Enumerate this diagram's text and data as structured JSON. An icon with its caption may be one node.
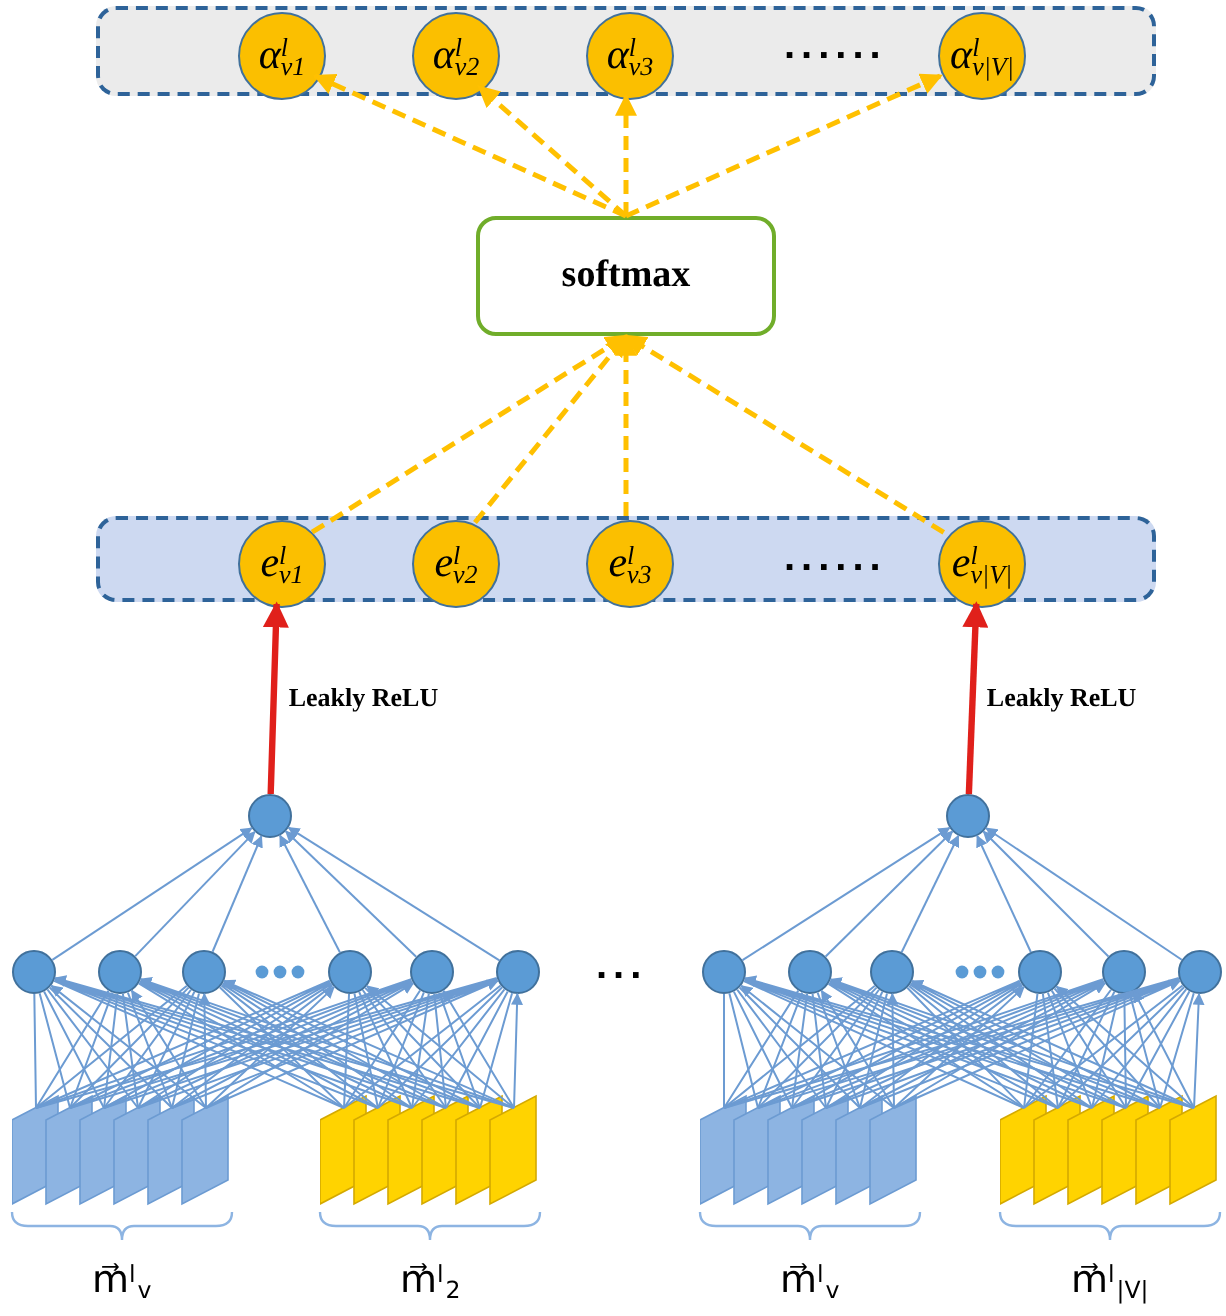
{
  "diagram": {
    "nodes": [
      {
        "text": [],
        "shape": "box"
      },
      {
        "text": [
          "α$^{l}$$_{v1}$"
        ],
        "in": 0
      },
      {
        "text": [
          "α$^{l}$$_{v2}$"
        ],
        "in": 0
      },
      {
        "text": [
          "α$^{l}$$_{v3}$"
        ],
        "in": 0
      },
      {
        "text": [
          "α$^{l}$$_{v|V|}$"
        ],
        "in": 0
      },
      {
        "text": [
          "softmax"
        ]
      },
      {
        "text": [],
        "shape": "box"
      },
      {
        "text": [
          "e$^{l}$$_{v1}$"
        ],
        "in": 6
      },
      {
        "text": [
          "e$^{l}$$_{v2}$"
        ],
        "in": 6
      },
      {
        "text": [
          "e$^{l}$$_{v3}$"
        ],
        "in": 6
      },
      {
        "text": [
          "e$^{l}$$_{v|V|}$"
        ],
        "in": 6
      },
      {
        "text": [],
        "shape": "circle"
      },
      {
        "text": [],
        "shape": "circle"
      },
      {
        "text": [],
        "shape": "circle"
      },
      {
        "text": [],
        "shape": "circle"
      },
      {
        "text": [],
        "shape": "circle"
      },
      {
        "text": [],
        "shape": "circle"
      },
      {
        "text": [],
        "shape": "circle"
      },
      {
        "text": [],
        "shape": "picture",
        "beside": [
          "m⃗$^{l}$$_{v}$"
        ]
      },
      {
        "text": [],
        "shape": "picture",
        "beside": [
          "m⃗$^{l}$$_{2}$"
        ]
      },
      {
        "text": [],
        "shape": "circle"
      },
      {
        "text": [],
        "shape": "circle"
      },
      {
        "text": [],
        "shape": "circle"
      },
      {
        "text": [],
        "shape": "circle"
      },
      {
        "text": [],
        "shape": "circle"
      },
      {
        "text": [],
        "shape": "circle"
      },
      {
        "text": [],
        "shape": "circle"
      },
      {
        "text": [],
        "shape": "picture",
        "beside": [
          "m⃗$^{l}$$_{v}$"
        ]
      },
      {
        "text": [],
        "shape": "picture",
        "beside": [
          "m⃗$^{l}$$_{|V|}$"
        ]
      }
    ],
    "edges": [
      {
        "from": 7,
        "to": 5,
        "arrow": "to",
        "style": "dashed",
        "color": "#ffc000"
      },
      {
        "from": 8,
        "to": 5,
        "arrow": "to",
        "style": "dashed",
        "color": "#ffc000"
      },
      {
        "from": 9,
        "to": 5,
        "arrow": "to",
        "style": "dashed",
        "color": "#ffc000"
      },
      {
        "from": 10,
        "to": 5,
        "arrow": "to",
        "style": "dashed",
        "color": "#ffc000"
      },
      {
        "from": 5,
        "to": 1,
        "arrow": "to",
        "style": "dashed",
        "color": "#ffc000"
      },
      {
        "from": 5,
        "to": 2,
        "arrow": "to",
        "style": "dashed",
        "color": "#ffc000"
      },
      {
        "from": 5,
        "to": 3,
        "arrow": "to",
        "style": "dashed",
        "color": "#ffc000"
      },
      {
        "from": 5,
        "to": 4,
        "arrow": "to",
        "style": "dashed",
        "color": "#ffc000"
      },
      {
        "from": 11,
        "to": 7,
        "arrow": "to",
        "label": "Leakly ReLU",
        "style": "thick",
        "color": "#e0201b"
      },
      {
        "from": 20,
        "to": 10,
        "arrow": "to",
        "label": "Leakly ReLU",
        "style": "thick",
        "color": "#e0201b"
      },
      {
        "from": 12,
        "to": 11,
        "arrow": "to"
      },
      {
        "from": 13,
        "to": 11,
        "arrow": "to"
      },
      {
        "from": 14,
        "to": 11,
        "arrow": "to"
      },
      {
        "from": 15,
        "to": 11,
        "arrow": "to"
      },
      {
        "from": 16,
        "to": 11,
        "arrow": "to"
      },
      {
        "from": 17,
        "to": 11,
        "arrow": "to"
      },
      {
        "from": 18,
        "to": 12,
        "arrow": "to"
      },
      {
        "from": 18,
        "to": 13,
        "arrow": "to"
      },
      {
        "from": 18,
        "to": 14,
        "arrow": "to"
      },
      {
        "from": 18,
        "to": 15,
        "arrow": "to"
      },
      {
        "from": 18,
        "to": 16,
        "arrow": "to"
      },
      {
        "from": 18,
        "to": 17,
        "arrow": "to"
      },
      {
        "from": 19,
        "to": 12,
        "arrow": "to"
      },
      {
        "from": 19,
        "to": 13,
        "arrow": "to"
      },
      {
        "from": 19,
        "to": 14,
        "arrow": "to"
      },
      {
        "from": 19,
        "to": 15,
        "arrow": "to"
      },
      {
        "from": 19,
        "to": 16,
        "arrow": "to"
      },
      {
        "from": 19,
        "to": 17,
        "arrow": "to"
      },
      {
        "from": 21,
        "to": 20,
        "arrow": "to"
      },
      {
        "from": 22,
        "to": 20,
        "arrow": "to"
      },
      {
        "from": 23,
        "to": 20,
        "arrow": "to"
      },
      {
        "from": 24,
        "to": 20,
        "arrow": "to"
      },
      {
        "from": 25,
        "to": 20,
        "arrow": "to"
      },
      {
        "from": 26,
        "to": 20,
        "arrow": "to"
      },
      {
        "from": 27,
        "to": 21,
        "arrow": "to"
      },
      {
        "from": 27,
        "to": 22,
        "arrow": "to"
      },
      {
        "from": 27,
        "to": 23,
        "arrow": "to"
      },
      {
        "from": 27,
        "to": 24,
        "arrow": "to"
      },
      {
        "from": 27,
        "to": 25,
        "arrow": "to"
      },
      {
        "from": 27,
        "to": 26,
        "arrow": "to"
      },
      {
        "from": 28,
        "to": 21,
        "arrow": "to"
      },
      {
        "from": 28,
        "to": 22,
        "arrow": "to"
      },
      {
        "from": 28,
        "to": 23,
        "arrow": "to"
      },
      {
        "from": 28,
        "to": 24,
        "arrow": "to"
      },
      {
        "from": 28,
        "to": 25,
        "arrow": "to"
      },
      {
        "from": 28,
        "to": 26,
        "arrow": "to"
      }
    ],
    "labels": [
      "......",
      "......",
      "..."
    ]
  }
}
